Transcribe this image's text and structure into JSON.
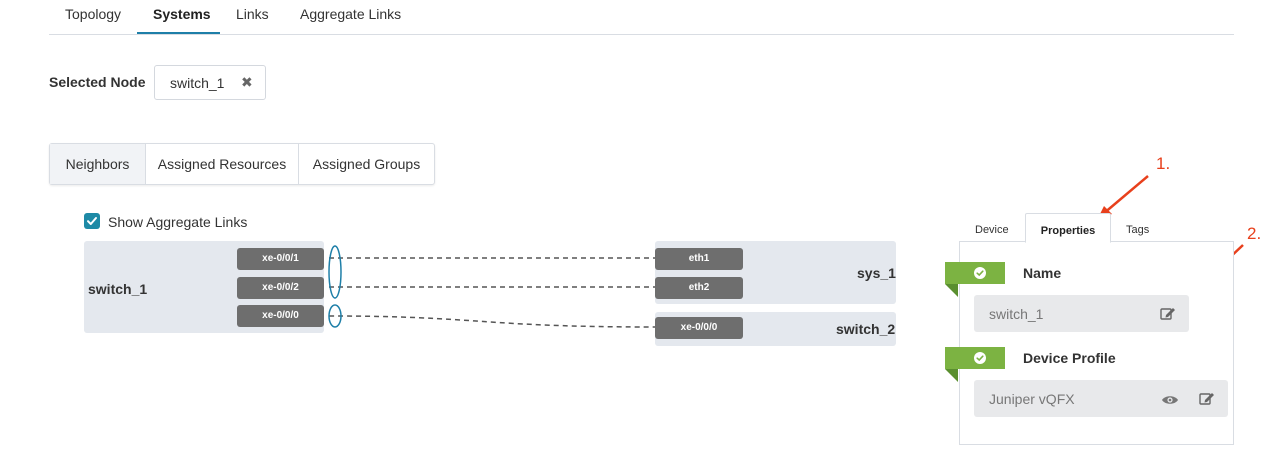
{
  "top_tabs": [
    {
      "label": "Topology"
    },
    {
      "label": "Systems"
    },
    {
      "label": "Links"
    },
    {
      "label": "Aggregate Links"
    }
  ],
  "selected_node": {
    "label": "Selected Node",
    "value": "switch_1",
    "clear_glyph": "✖"
  },
  "sub_tabs": [
    {
      "label": "Neighbors"
    },
    {
      "label": "Assigned Resources"
    },
    {
      "label": "Assigned Groups"
    }
  ],
  "show_aggregate": {
    "label": "Show Aggregate Links",
    "checked": true
  },
  "topology": {
    "local_node": {
      "name": "switch_1",
      "ports": [
        "xe-0/0/1",
        "xe-0/0/2",
        "xe-0/0/0"
      ]
    },
    "remote_nodes": [
      {
        "name": "sys_1",
        "ports": [
          "eth1",
          "eth2"
        ]
      },
      {
        "name": "switch_2",
        "ports": [
          "xe-0/0/0"
        ]
      }
    ]
  },
  "properties_panel": {
    "tabs": [
      {
        "label": "Device"
      },
      {
        "label": "Properties"
      },
      {
        "label": "Tags"
      }
    ],
    "fields": [
      {
        "title": "Name",
        "value": "switch_1",
        "icons": [
          "edit-icon"
        ]
      },
      {
        "title": "Device Profile",
        "value": "Juniper vQFX",
        "icons": [
          "eye-icon",
          "edit-icon"
        ]
      }
    ]
  },
  "annotations": [
    "1.",
    "2."
  ],
  "colors": {
    "accent": "#1e7fa8",
    "port": "#6e6e6e",
    "node_bg": "#e4e8ee",
    "status_green": "#7cb342",
    "annotation_red": "#e8401c"
  }
}
